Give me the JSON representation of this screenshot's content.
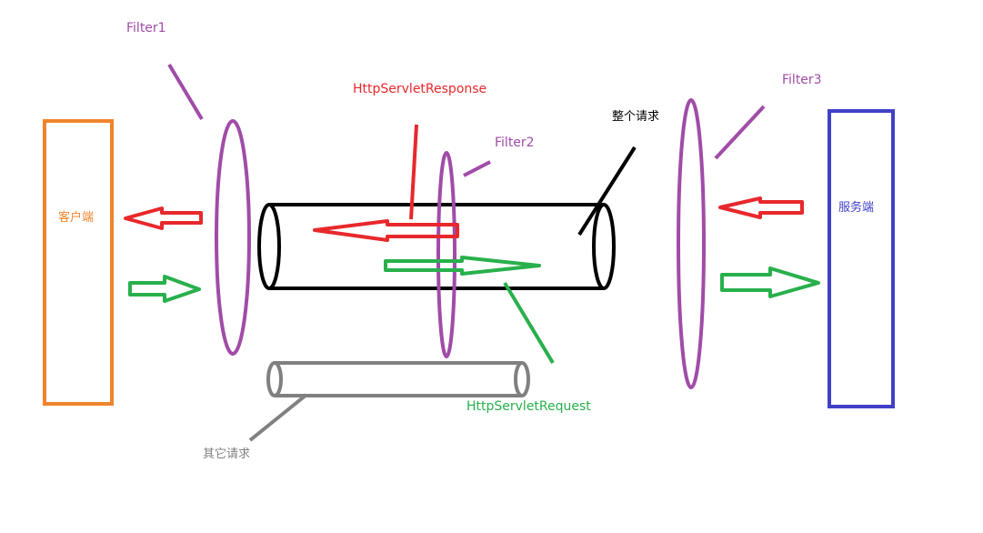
{
  "labels": {
    "filter1": "Filter1",
    "filter2": "Filter2",
    "filter3": "Filter3",
    "response": "HttpServletResponse",
    "request": "HttpServletRequest",
    "whole_request": "整个请求",
    "other_requests": "其它请求",
    "client": "客户端",
    "server": "服务端"
  },
  "colors": {
    "client_box": "#f0842c",
    "server_box": "#4040c8",
    "filter": "#a04ca8",
    "response_arrow": "#e8282c",
    "request_arrow": "#28b04c",
    "main_pipe": "#000000",
    "other_pipe": "#808080"
  }
}
